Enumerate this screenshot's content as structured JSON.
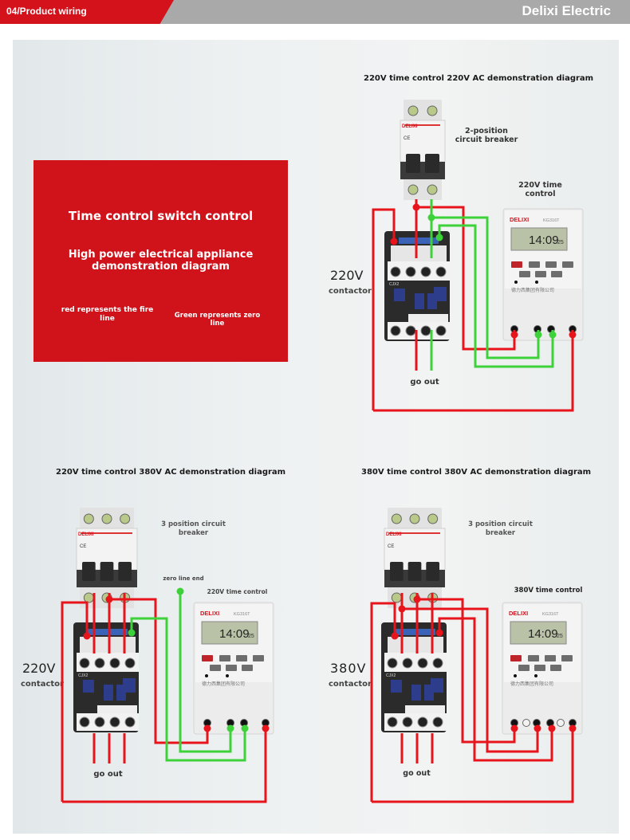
{
  "header": {
    "section_label": "04/Product wiring",
    "brand": "Delixi Electric",
    "accent_color": "#d3121b",
    "bar_color": "#a9a9a9"
  },
  "intro_box": {
    "title": "Time control switch control",
    "subtitle": "High power electrical appliance demonstration diagram",
    "legend_red": "red represents the fire line",
    "legend_green": "Green represents zero line",
    "fire_line_color": "#e8141c",
    "zero_line_color": "#3ed23a"
  },
  "diagrams": [
    {
      "title": "220V time control 220V AC demonstration diagram",
      "breaker_label": "2-position circuit breaker",
      "timer_label": "220V time control",
      "voltage": "220V",
      "contactor_label": "contactor",
      "output_label": "go out",
      "breaker_poles": 2
    },
    {
      "title": "220V time control 380V AC demonstration diagram",
      "breaker_label": "3 position circuit breaker",
      "zero_label": "zero line end",
      "timer_label": "220V time control",
      "voltage": "220V",
      "contactor_label": "contactor",
      "output_label": "go out",
      "breaker_poles": 3
    },
    {
      "title": "380V time control 380V AC demonstration diagram",
      "breaker_label": "3 position circuit breaker",
      "timer_label": "380V time control",
      "voltage": "380V",
      "contactor_label": "contactor",
      "output_label": "go out",
      "breaker_poles": 3
    }
  ],
  "device": {
    "breaker_brand": "DELIXI",
    "timer_brand": "DELIXI",
    "timer_model": "KG316T时控开关",
    "timer_display": "14:09",
    "timer_seconds": "25",
    "timer_footer": "德力西集团有限公司",
    "contactor_model": "CJX2 1810"
  }
}
